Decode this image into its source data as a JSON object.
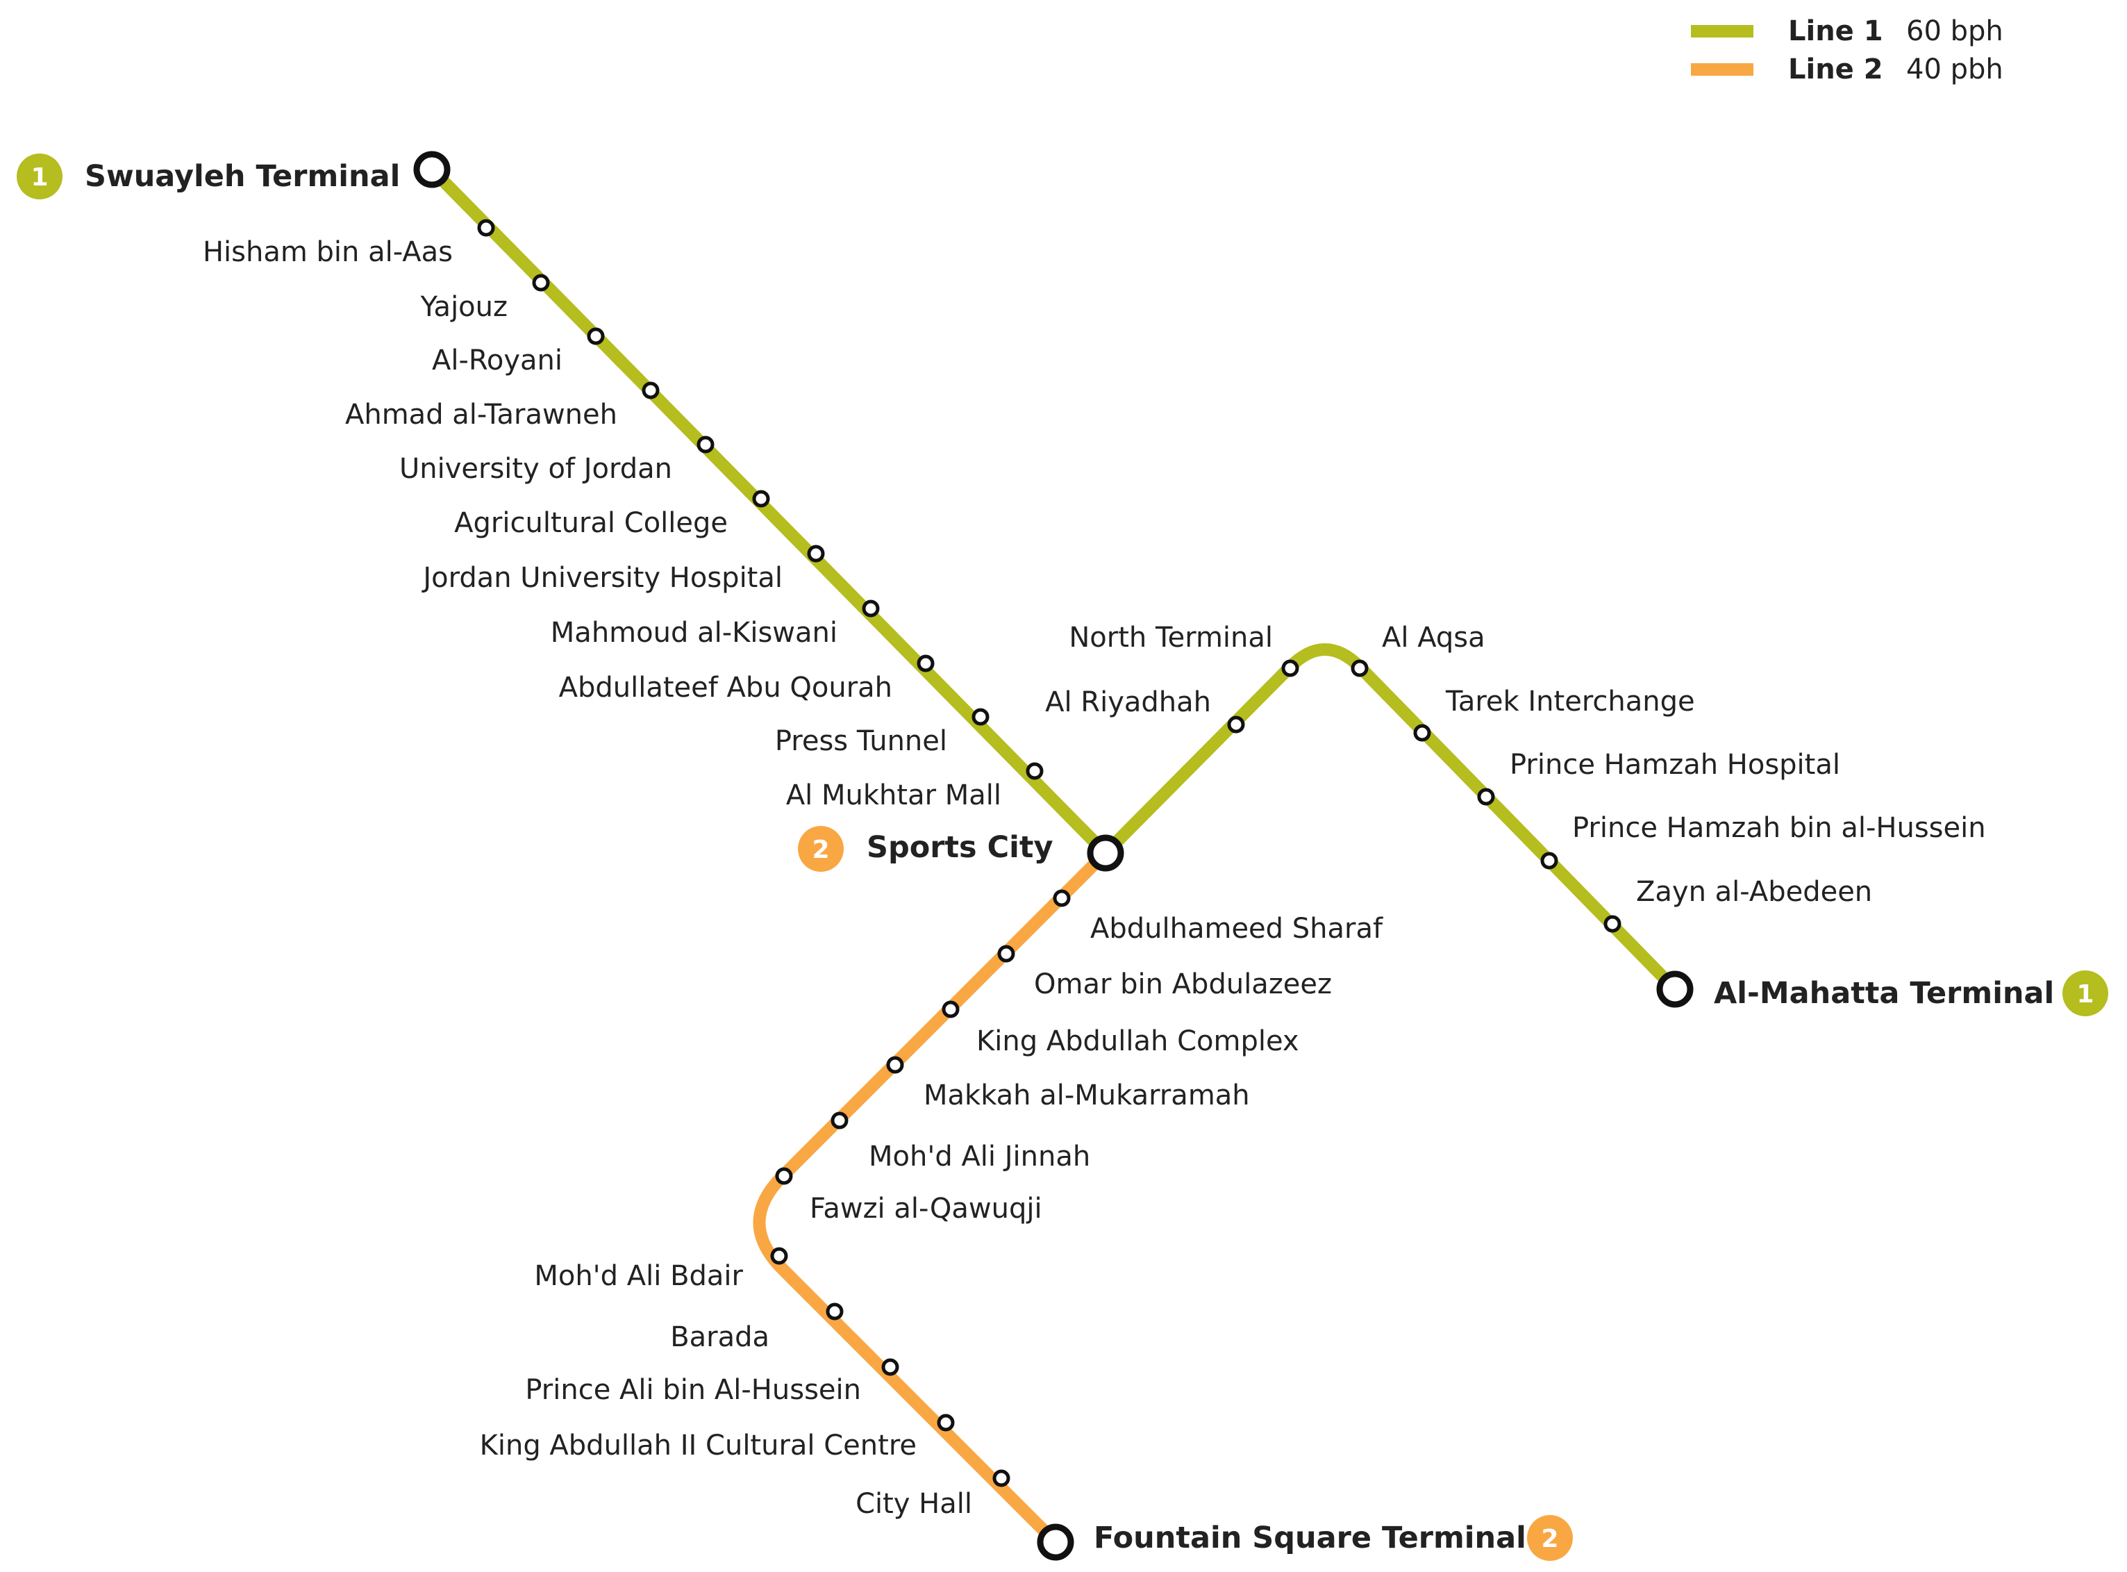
{
  "colors": {
    "line1": "#B5BD1F",
    "line2": "#F9A743",
    "station_fill": "#ffffff",
    "station_stroke": "#111111",
    "text": "#222222"
  },
  "legend": [
    {
      "key": "line1",
      "name": "Line 1",
      "rate": "60 bph"
    },
    {
      "key": "line2",
      "name": "Line 2",
      "rate": "40 pbh"
    }
  ],
  "badges": {
    "line1": "1",
    "line2": "2"
  },
  "lines": {
    "line1": {
      "terminals": {
        "west": "Swuayleh Terminal",
        "hub": "Sports City",
        "east": "Al-Mahatta Terminal"
      },
      "west_branch": [
        "Hisham bin al-Aas",
        "Yajouz",
        "Al-Royani",
        "Ahmad al-Tarawneh",
        "University of Jordan",
        "Agricultural College",
        "Jordan University Hospital",
        "Mahmoud al-Kiswani",
        "Abdullateef Abu Qourah",
        "Press Tunnel",
        "Al Mukhtar Mall"
      ],
      "east_up": [
        "Al Riyadhah",
        "North Terminal"
      ],
      "east_down": [
        "Al Aqsa",
        "Tarek Interchange",
        "Prince Hamzah Hospital",
        "Prince Hamzah bin al-Hussein",
        "Zayn al-Abedeen"
      ]
    },
    "line2": {
      "terminals": {
        "hub": "Sports City",
        "south": "Fountain Square Terminal"
      },
      "upper": [
        "Abdulhameed Sharaf",
        "Omar bin Abdulazeez",
        "King Abdullah Complex",
        "Makkah al-Mukarramah",
        "Moh'd Ali Jinnah",
        "Fawzi al-Qawuqji"
      ],
      "lower": [
        "Moh'd Ali Bdair",
        "Barada",
        "Prince Ali bin Al-Hussein",
        "King Abdullah II Cultural Centre",
        "City Hall"
      ]
    }
  }
}
